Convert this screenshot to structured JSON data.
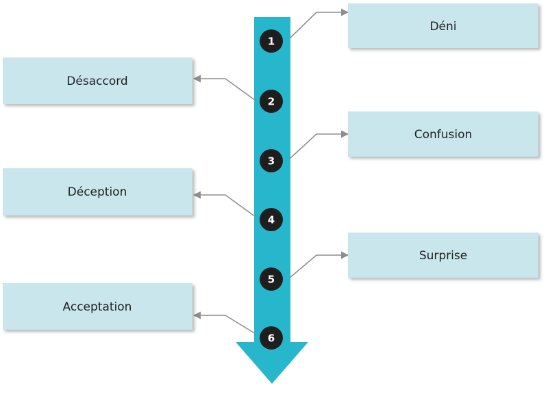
{
  "colors": {
    "arrow": "#27b7cc",
    "box_fill": "#c8e6ec",
    "circle_fill": "#1e1e1e",
    "connector": "#8e8e8e"
  },
  "steps": [
    {
      "number": "1",
      "label": "Déni"
    },
    {
      "number": "2",
      "label": "Désaccord"
    },
    {
      "number": "3",
      "label": "Confusion"
    },
    {
      "number": "4",
      "label": "Déception"
    },
    {
      "number": "5",
      "label": "Surprise"
    },
    {
      "number": "6",
      "label": "Acceptation"
    }
  ]
}
